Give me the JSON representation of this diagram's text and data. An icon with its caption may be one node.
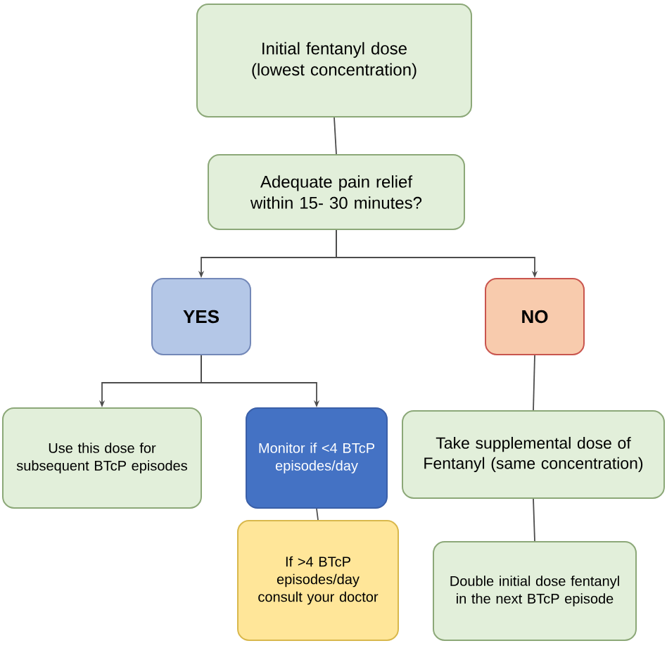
{
  "diagram": {
    "nodes": [
      {
        "text": [
          "Initial fentanyl dose (lowest concentration)"
        ]
      },
      {
        "text": [
          "Adequate pain relief within 15- 30 minutes?"
        ]
      },
      {
        "text": [
          "YES"
        ]
      },
      {
        "text": [
          "NO"
        ]
      },
      {
        "text": [
          "Use this dose for subsequent BTcP episodes"
        ]
      },
      {
        "text": [
          "Monitor if <4 BTcP episodes/day"
        ]
      },
      {
        "text": [
          "Take supplemental dose of Fentanyl (same concentration)"
        ]
      },
      {
        "text": [
          "If >4 BTcP episodes/day consult your doctor"
        ]
      },
      {
        "text": [
          "Double initial dose fentanyl in the next BTcP episode"
        ]
      }
    ],
    "edges": [
      {
        "from": 0,
        "to": 1,
        "arrow": "none"
      },
      {
        "from": 1,
        "to": 2,
        "arrow": "to"
      },
      {
        "from": 1,
        "to": 3,
        "arrow": "to"
      },
      {
        "from": 2,
        "to": 4,
        "arrow": "to"
      },
      {
        "from": 2,
        "to": 5,
        "arrow": "to"
      },
      {
        "from": 3,
        "to": 6,
        "arrow": "none"
      },
      {
        "from": 5,
        "to": 7,
        "arrow": "none"
      },
      {
        "from": 6,
        "to": 8,
        "arrow": "none"
      }
    ]
  }
}
